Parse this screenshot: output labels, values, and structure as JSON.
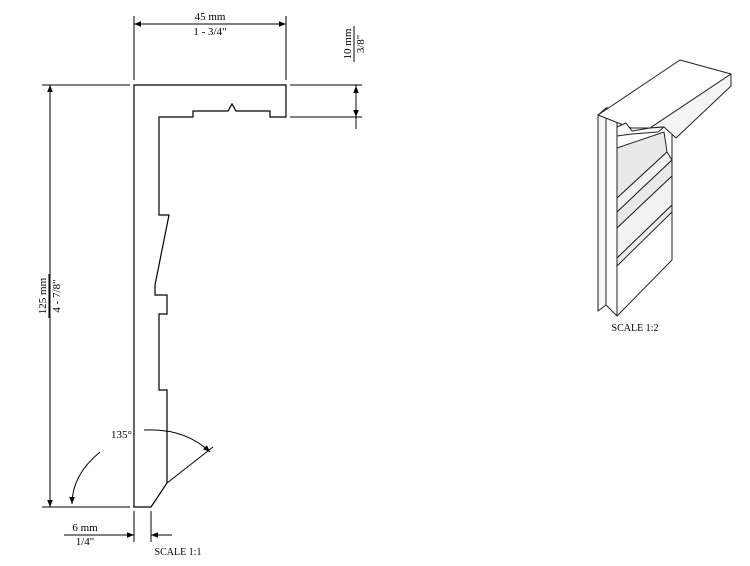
{
  "dimensions": {
    "width_mm": "45 mm",
    "width_in": "1 - 3/4\"",
    "thickness_mm": "10 mm",
    "thickness_in": "3/8\"",
    "height_mm": "125 mm",
    "height_in": "4 - 7/8\"",
    "bottom_mm": "6 mm",
    "bottom_in": "1/4\"",
    "angle": "135°"
  },
  "views": {
    "profile_scale": "SCALE 1:1",
    "iso_scale": "SCALE 1:2"
  }
}
